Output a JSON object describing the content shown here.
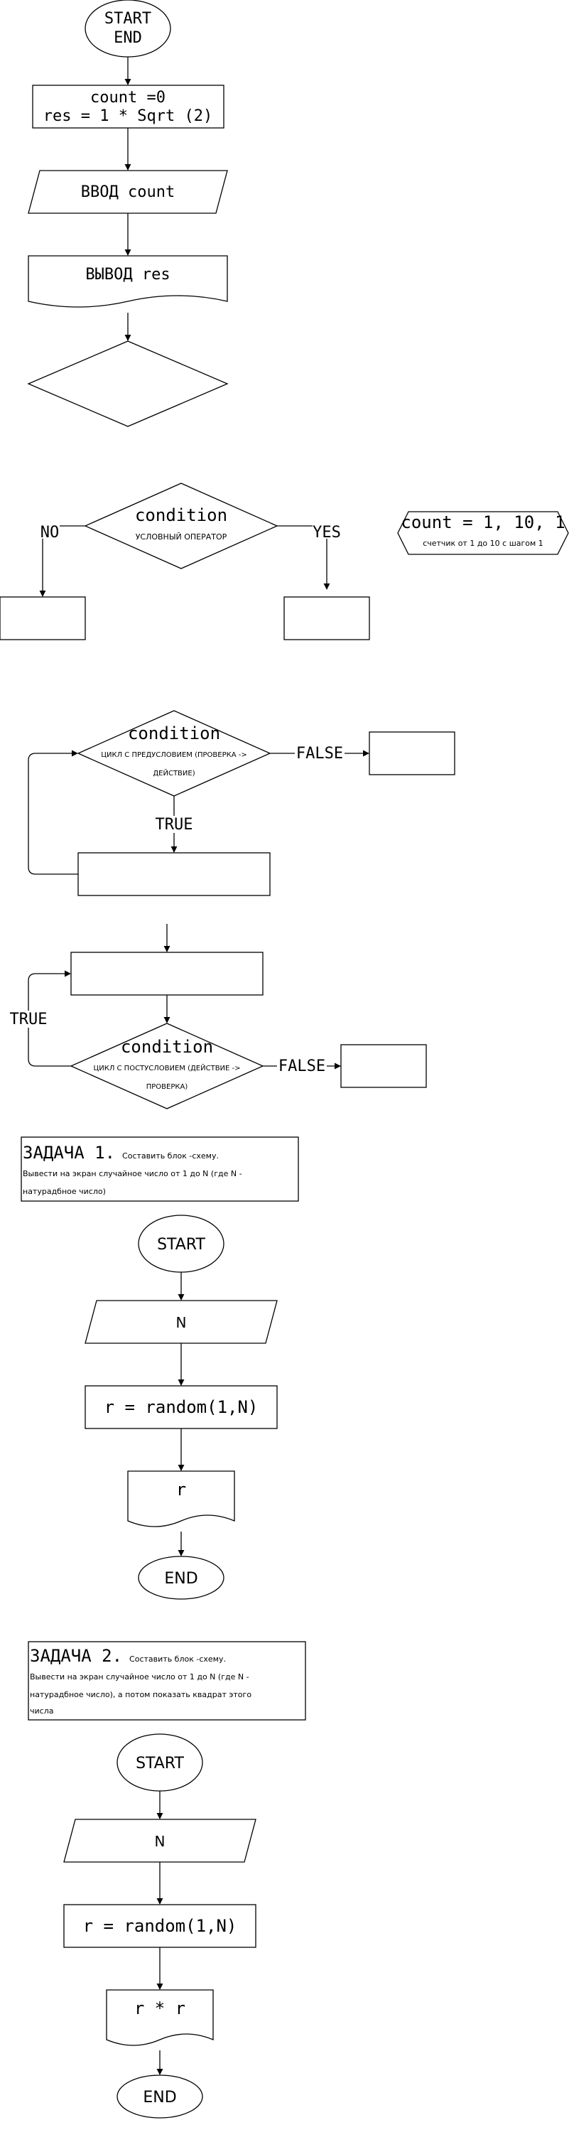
{
  "terminal_start_end": {
    "line1": "START",
    "line2": "END"
  },
  "init": {
    "line1": "count =0",
    "line2": "res = 1 * Sqrt (2)"
  },
  "input_count": "ВВОД count",
  "output_res": "ВЫВОД res",
  "if_block": {
    "title": "condition",
    "subtitle": "УСЛОВНЫЙ ОПЕРАТОР",
    "no": "NO",
    "yes": "YES"
  },
  "for_block": {
    "title": "count = 1, 10, 1",
    "subtitle": "счетчик от 1 до 10 с шагом 1"
  },
  "while_block": {
    "title": "condition",
    "subtitle_line1": "ЦИКЛ С ПРЕДУСЛОВИЕМ (ПРОВЕРКА ->",
    "subtitle_line2": "ДЕЙСТВИЕ)",
    "false": "FALSE",
    "true": "TRUE"
  },
  "do_while_block": {
    "title": "condition",
    "subtitle_line1": "ЦИКЛ С ПОСТУСЛОВИЕМ (ДЕЙСТВИЕ ->",
    "subtitle_line2": "ПРОВЕРКА)",
    "false": "FALSE",
    "true": "TRUE"
  },
  "task1": {
    "title": "ЗАДАЧА 1.",
    "title_tail": "Составить блок -схему.",
    "line2": "Вывести на экран случайное число от 1 до N (где N -",
    "line3": "натурадбное число)",
    "start": "START",
    "input": "N",
    "process": "r = random(1,N)",
    "output": "r",
    "end": "END"
  },
  "task2": {
    "title": "ЗАДАЧА 2.",
    "title_tail": "Составить блок -схему.",
    "line2": "Вывести на экран случайное число от 1 до N (где N -",
    "line3": "натурадбное число), а потом показать квадрат этого",
    "line4": "числа",
    "start": "START",
    "input": "N",
    "process": "r = random(1,N)",
    "output": "r * r",
    "end": "END"
  }
}
